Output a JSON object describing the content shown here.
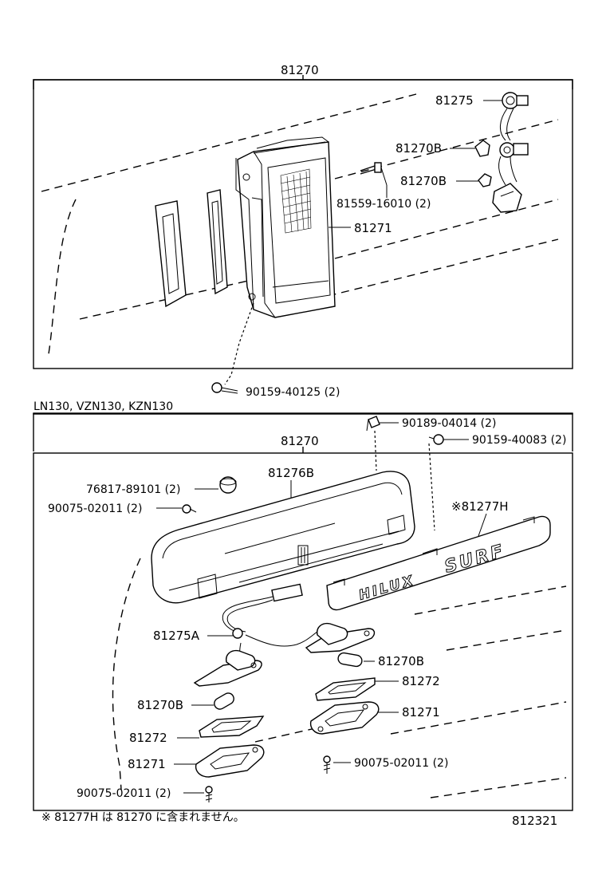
{
  "top_section": {
    "assembly_label": "81270",
    "labels": {
      "socket": "81275",
      "bulb_upper": "81270B",
      "bulb_lower": "81270B",
      "screw_mid": "81559-16010 (2)",
      "lens": "81271",
      "screw_bottom": "90159-40125 (2)"
    }
  },
  "variant_label": "LN130, VZN130, KZN130",
  "bottom_section": {
    "assembly_label": "81270",
    "labels": {
      "clip": "90189-04014 (2)",
      "screw_top_right": "90159-40083 (2)",
      "housing": "81276B",
      "grommet": "76817-89101 (2)",
      "screw_left": "90075-02011 (2)",
      "garnish": "※81277H",
      "harness": "81275A",
      "bulb_right": "81270B",
      "gasket_right": "81272",
      "bulb_left": "81270B",
      "lens_right": "81271",
      "gasket_left": "81272",
      "screw_right": "90075-02011 (2)",
      "lens_left": "81271",
      "screw_bottom": "90075-02011 (2)"
    },
    "garnish_text_left": "HILUX",
    "garnish_text_right": "SURF"
  },
  "footnote": "※ 81277H は 81270 に含まれません。",
  "diagram_number": "812321"
}
